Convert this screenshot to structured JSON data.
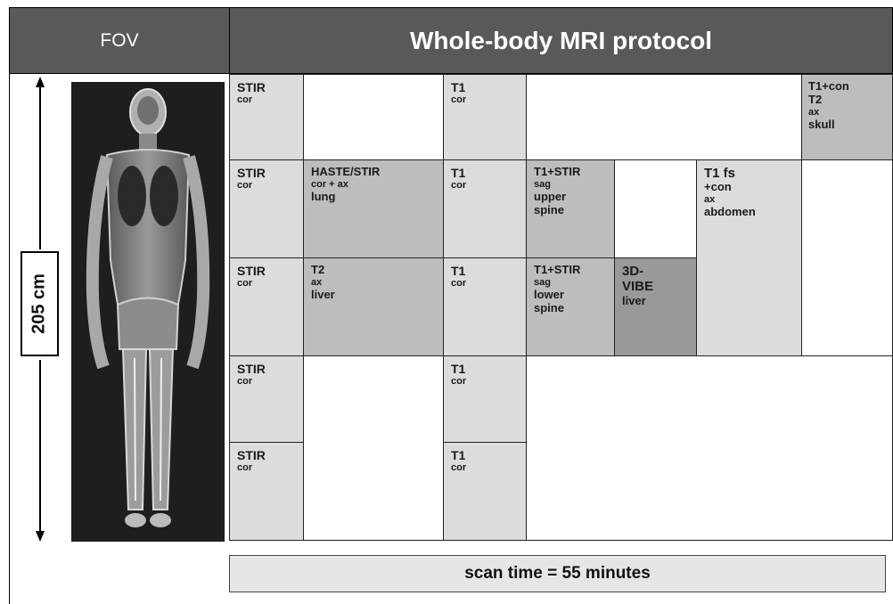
{
  "header": {
    "fov_label": "FOV",
    "title": "Whole-body MRI protocol"
  },
  "body_length": {
    "label": "205 cm"
  },
  "image": {
    "description_icon": "whole-body-mri-coronal-image"
  },
  "cells": {
    "r1_stir": {
      "main": "STIR",
      "sub": "cor"
    },
    "r1_t1": {
      "main": "T1",
      "sub": "cor"
    },
    "r1_skull": {
      "l1": "T1+con",
      "l2": "T2",
      "l3": "ax",
      "l4": "skull"
    },
    "r2_stir": {
      "main": "STIR",
      "sub": "cor"
    },
    "r2_lung": {
      "main": "HASTE/STIR",
      "sub": "cor + ax",
      "region": "lung"
    },
    "r2_t1": {
      "main": "T1",
      "sub": "cor"
    },
    "r2_upper": {
      "main": "T1+STIR",
      "sub": "sag",
      "r1": "upper",
      "r2": "spine"
    },
    "abdomen": {
      "l1": "T1 fs",
      "l2": "+con",
      "l3": "ax",
      "l4": "abdomen"
    },
    "r3_stir": {
      "main": "STIR",
      "sub": "cor"
    },
    "r3_liver": {
      "main": "T2",
      "sub": "ax",
      "region": "liver"
    },
    "r3_t1": {
      "main": "T1",
      "sub": "cor"
    },
    "r3_lower": {
      "main": "T1+STIR",
      "sub": "sag",
      "r1": "lower",
      "r2": "spine"
    },
    "r3_vibe": {
      "l1": "3D-",
      "l2": "VIBE",
      "l3": "liver"
    },
    "r4_stir": {
      "main": "STIR",
      "sub": "cor"
    },
    "r4_t1": {
      "main": "T1",
      "sub": "cor"
    },
    "r5_stir": {
      "main": "STIR",
      "sub": "cor"
    },
    "r5_t1": {
      "main": "T1",
      "sub": "cor"
    }
  },
  "footer": {
    "scan_time": "scan time = 55 minutes"
  },
  "colors": {
    "header_bg": "#595959",
    "light_cell": "#dcdcdc",
    "medium_cell": "#bdbdbd",
    "dark_cell": "#999999"
  }
}
